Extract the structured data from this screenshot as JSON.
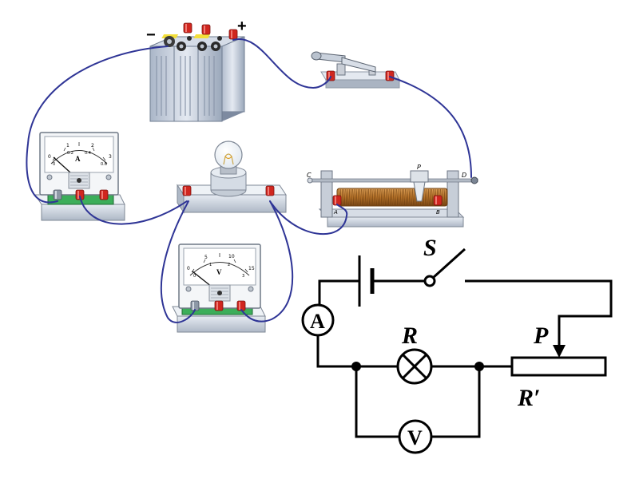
{
  "battery": {
    "minus_sign": "−",
    "plus_sign": "+"
  },
  "ammeter": {
    "unit": "A",
    "scale_top": [
      "0",
      "1",
      "2",
      "3"
    ],
    "scale_bottom": [
      "0",
      "0.2",
      "0.4",
      "0.6"
    ]
  },
  "voltmeter": {
    "unit": "V",
    "scale_top": [
      "0",
      "5",
      "10",
      "15"
    ],
    "scale_bottom": [
      "0",
      "1",
      "2",
      "3"
    ]
  },
  "rheostat": {
    "terminal_c": "C",
    "terminal_d": "D",
    "terminal_a": "A",
    "terminal_b": "B",
    "slider_p": "P"
  },
  "schematic": {
    "switch_label": "S",
    "ammeter_symbol": "A",
    "voltmeter_symbol": "V",
    "resistor_label": "R",
    "slider_label": "P",
    "rheostat_label": "R′"
  },
  "colors": {
    "wire": "#2f3596",
    "terminal_red": "#d0261f",
    "meter_base_green": "#3cae5a",
    "coil": "#b8742a",
    "device_gray": "#c7cfd9"
  }
}
